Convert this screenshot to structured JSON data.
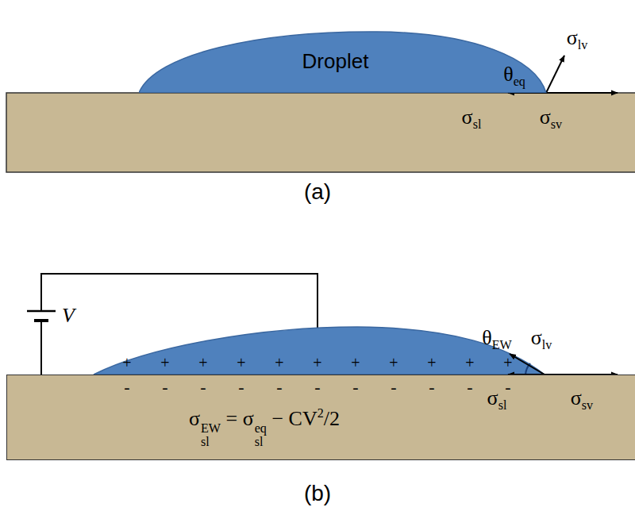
{
  "diagram": {
    "nodes": [
      {
        "text": [
          "Droplet"
        ]
      },
      {
        "text": [
          "σslEW = σsleq − CV2/2"
        ]
      }
    ],
    "labels": [
      "σlv",
      "θeq",
      "σsl",
      "σsv",
      "(a)",
      "V",
      "θEW",
      "σlv",
      "σsl",
      "σsv",
      "(b)",
      "+",
      "+",
      "+",
      "+",
      "+",
      "+",
      "+",
      "+",
      "+",
      "+",
      "+",
      "-",
      "-",
      "-",
      "-",
      "-",
      "-",
      "-",
      "-",
      "-",
      "-",
      "-"
    ]
  }
}
